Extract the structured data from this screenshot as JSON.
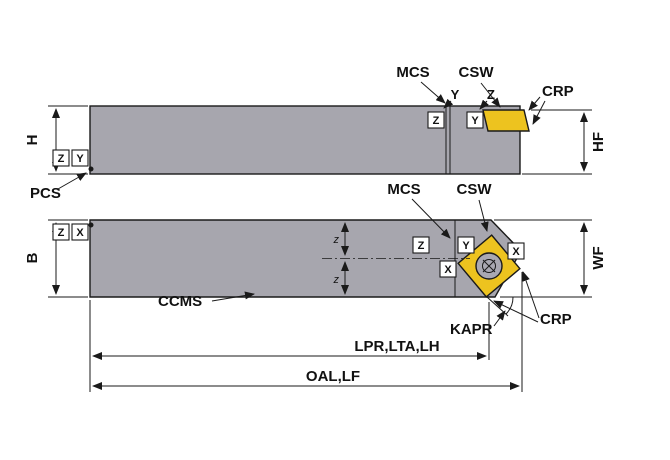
{
  "colors": {
    "body": "#a7a6ae",
    "insert": "#edc31f",
    "screw": "#a9a8b2",
    "screw_inner": "#8e8d97",
    "line": "#1a1a1a"
  },
  "side_view": {
    "h": "H",
    "hf": "HF",
    "pcs": "PCS",
    "mcs": "MCS",
    "csw": "CSW",
    "crp": "CRP",
    "axis_y": "Y",
    "axis_z": "Z",
    "datum_z": "Z",
    "datum_y": "Y",
    "plane_z": "Z",
    "plane_y": "Y"
  },
  "top_view": {
    "b": "B",
    "wf": "WF",
    "mcs": "MCS",
    "csw": "CSW",
    "crp": "CRP",
    "ccms": "CCMS",
    "kapr": "KAPR",
    "datum_z": "Z",
    "datum_x": "X",
    "plane_z": "Z",
    "plane_y": "Y",
    "plane_x": "X",
    "corner_x": "X",
    "z_upper": "z",
    "z_lower": "z",
    "lpr": "LPR,LTA,LH",
    "oal": "OAL,LF"
  }
}
